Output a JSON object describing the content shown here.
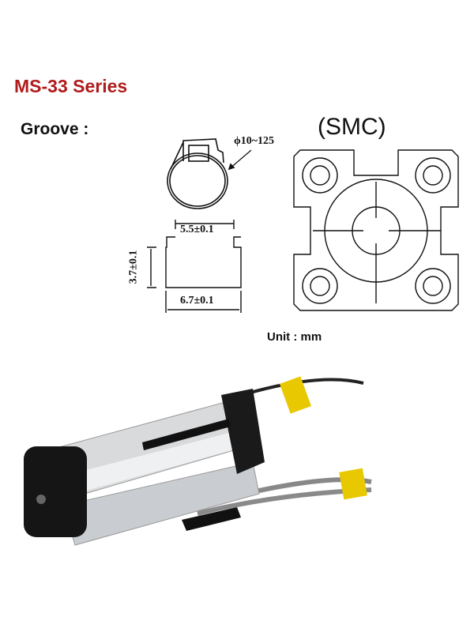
{
  "title": "MS-33 Series",
  "groove_label": "Groove :",
  "brand_label": "(SMC)",
  "dimensions": {
    "diameter_range": "ϕ10~125",
    "groove_top_width": "5.5±0.1",
    "groove_bottom_width": "6.7±0.1",
    "groove_depth": "3.7±0.1"
  },
  "unit_label": "Unit : mm",
  "colors": {
    "title": "#b01c1c",
    "line": "#111111",
    "tape": "#e8c800"
  }
}
